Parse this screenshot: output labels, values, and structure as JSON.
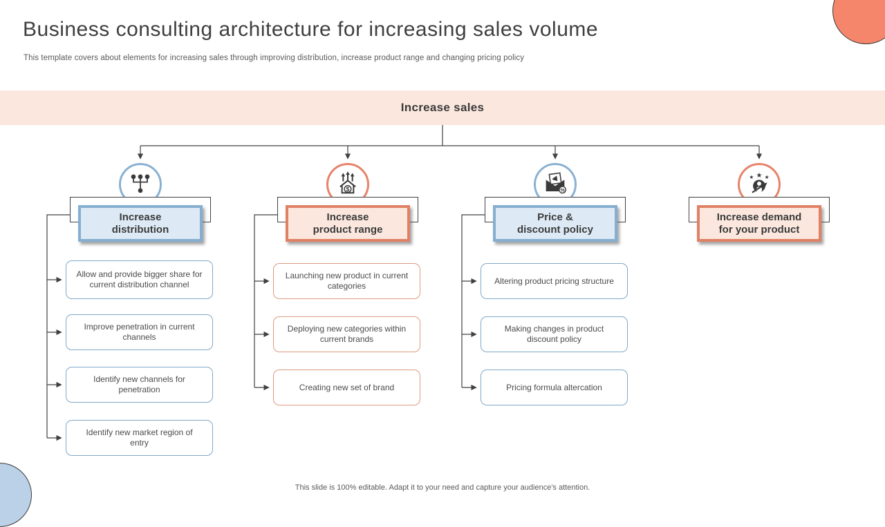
{
  "slide": {
    "title": "Business consulting architecture for increasing sales volume",
    "subtitle": "This template covers about elements for increasing sales through improving distribution, increase product range and changing pricing policy",
    "footer": "This slide is 100% editable. Adapt it to your need and capture your audience's attention."
  },
  "root_node": {
    "label": "Increase sales"
  },
  "branches": [
    {
      "name": "increase-distribution",
      "theme": "blue",
      "icon": "distribution-network-icon",
      "label_line1": "Increase",
      "label_line2": "distribution",
      "children": [
        "Allow and provide bigger share for current distribution channel",
        "Improve penetration in current channels",
        "Identify new channels for penetration",
        "Identify new market region of entry"
      ]
    },
    {
      "name": "increase-product-range",
      "theme": "coral",
      "icon": "product-range-growth-icon",
      "label_line1": "Increase",
      "label_line2": "product range",
      "children": [
        "Launching new product in current categories",
        "Deploying new categories within current brands",
        "Creating new set of brand"
      ]
    },
    {
      "name": "price-discount-policy",
      "theme": "blue",
      "icon": "discount-offer-mail-icon",
      "label_line1": "Price &",
      "label_line2": "discount policy",
      "children": [
        "Altering product pricing structure",
        "Making changes in product discount policy",
        "Pricing formula altercation"
      ]
    },
    {
      "name": "increase-demand-for-your-product",
      "theme": "coral",
      "icon": "customer-demand-icon",
      "label_line1": "Increase demand",
      "label_line2": "for your product",
      "children": []
    }
  ],
  "colors": {
    "coral_accent": "#e8826a",
    "coral_fill": "#fbe7de",
    "blue_accent": "#8ab1d1",
    "blue_fill": "#ddeaf5",
    "banner_bg": "#fbe7de",
    "connector_line": "#404040",
    "deco_circle_coral": "#f5866c",
    "deco_circle_blue": "#bad1e8"
  }
}
